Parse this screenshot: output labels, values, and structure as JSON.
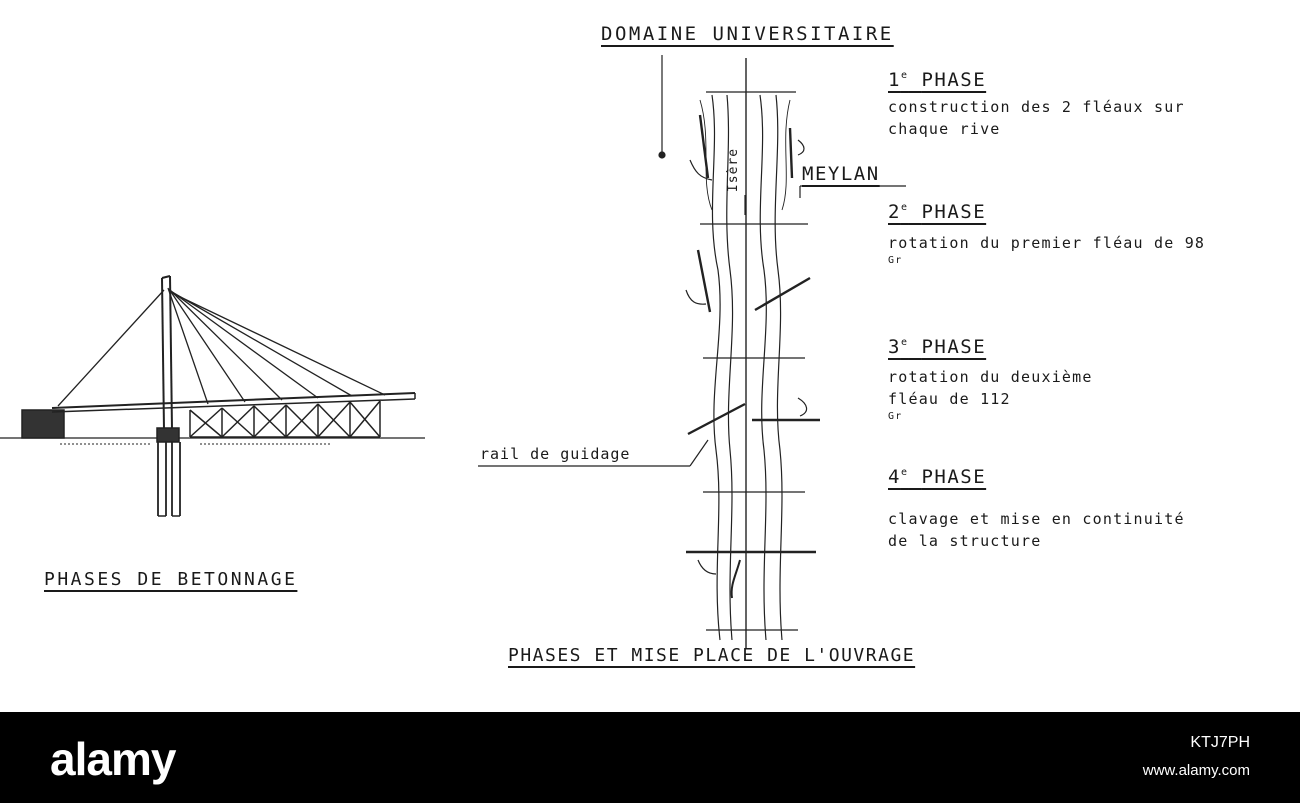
{
  "domaine": "DOMAINE UNIVERSITAIRE",
  "meylan": "MEYLAN",
  "isere": "Isère",
  "rail": "rail de guidage",
  "betonnage": "PHASES DE BETONNAGE",
  "ouvrage": "PHASES ET MISE PLACE DE L'OUVRAGE",
  "phases": [
    {
      "num": "1",
      "sup": "e",
      "label": "PHASE",
      "lines": [
        "construction des 2 fléaux sur",
        "chaque rive"
      ]
    },
    {
      "num": "2",
      "sup": "e",
      "label": "PHASE",
      "lines": [
        "rotation du premier fléau de 98"
      ],
      "sup2": "Gr"
    },
    {
      "num": "3",
      "sup": "e",
      "label": "PHASE",
      "lines": [
        "rotation du deuxième",
        "fléau de 112"
      ],
      "sup2": "Gr"
    },
    {
      "num": "4",
      "sup": "e",
      "label": "PHASE",
      "lines": [
        "clavage et mise en continuité",
        "de la structure"
      ]
    }
  ],
  "footer": {
    "brand": "alamy",
    "stock_id": "KTJ7PH",
    "site": "www.alamy.com"
  }
}
